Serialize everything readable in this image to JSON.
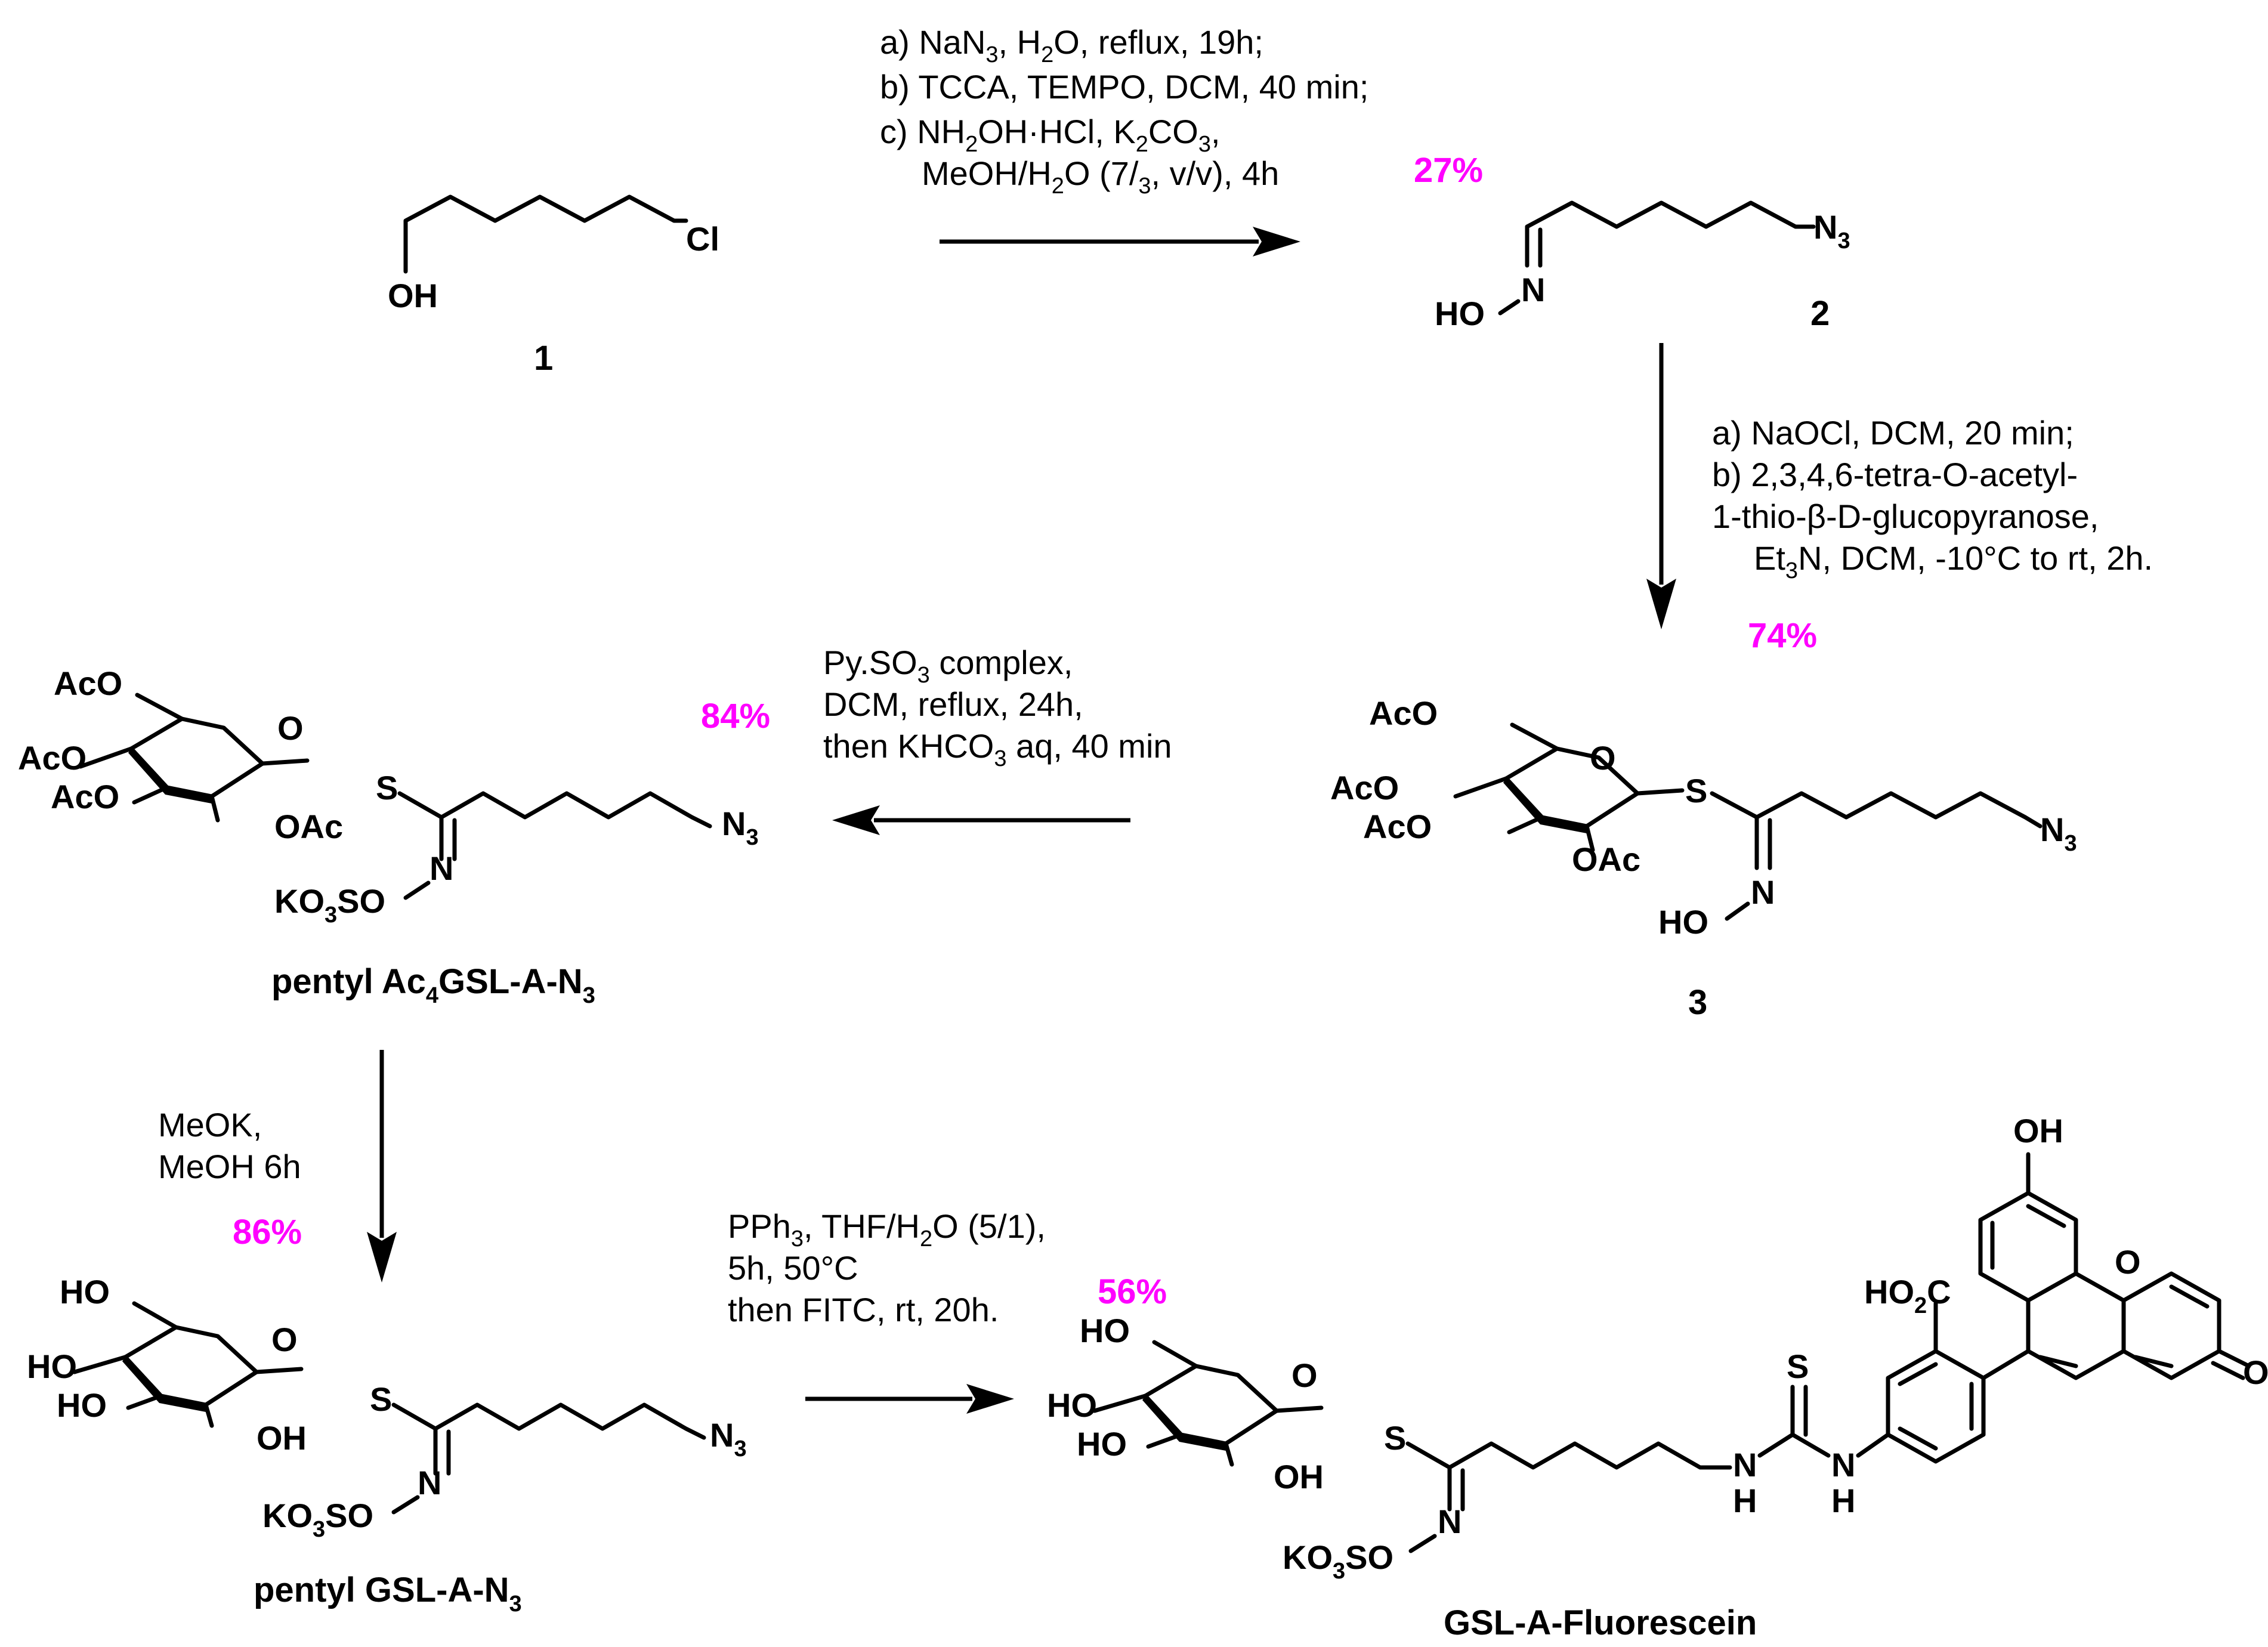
{
  "colors": {
    "yield": "#ff00ff",
    "ink": "#000000"
  },
  "compound_1": {
    "number": "1",
    "atoms": {
      "hydroxyl": "OH",
      "chloro": "Cl"
    }
  },
  "compound_2": {
    "number": "2",
    "atoms": {
      "hydroxy": "HO",
      "nitrogen": "N",
      "azide_main": "N",
      "azide_sub": "3"
    }
  },
  "compound_3": {
    "number": "3",
    "atoms": {
      "aco_top": "AcO",
      "aco_mid": "AcO",
      "aco_low": "AcO",
      "ring_o": "O",
      "oac": "OAc",
      "sulfur": "S",
      "nitrogen": "N",
      "hydroxy": "HO",
      "azide_main": "N",
      "azide_sub": "3"
    }
  },
  "compound_ac4": {
    "name_parts": [
      "pentyl Ac",
      "4",
      "GSL-A-N",
      "3"
    ],
    "atoms": {
      "aco_top": "AcO",
      "aco_mid": "AcO",
      "aco_low": "AcO",
      "ring_o": "O",
      "oac": "OAc",
      "sulfur": "S",
      "nitrogen": "N",
      "sulfate_parts": [
        "KO",
        "3",
        "SO"
      ],
      "azide_main": "N",
      "azide_sub": "3"
    }
  },
  "compound_gsl": {
    "name_parts": [
      "pentyl GSL-A-N",
      "3"
    ],
    "atoms": {
      "ho_top": "HO",
      "ho_mid": "HO",
      "ho_low": "HO",
      "ring_o": "O",
      "oh": "OH",
      "sulfur": "S",
      "nitrogen": "N",
      "sulfate_parts": [
        "KO",
        "3",
        "SO"
      ],
      "azide_main": "N",
      "azide_sub": "3"
    }
  },
  "compound_fluor": {
    "name": "GSL-A-Fluorescein",
    "atoms": {
      "ho_top": "HO",
      "ho_mid": "HO",
      "ho_low": "HO",
      "ring_o": "O",
      "oh": "OH",
      "sulfur": "S",
      "nitrogen": "N",
      "sulfate_parts": [
        "KO",
        "3",
        "SO"
      ],
      "nh_1_n": "N",
      "nh_1_h": "H",
      "thio_s": "S",
      "nh_2_n": "N",
      "nh_2_h": "H",
      "cooh_parts": [
        "HO",
        "2",
        "C"
      ],
      "xanthene_o": "O",
      "keto_o": "O",
      "phenol": "OH"
    }
  },
  "step_1": {
    "conditions": [
      [
        "a) NaN",
        "3",
        ", H",
        "2",
        "O, reflux, 19h;"
      ],
      [
        "b) TCCA, TEMPO, DCM, 40 min;"
      ],
      [
        "c) NH",
        "2",
        "OH·HCl, K",
        "2",
        "CO",
        "3",
        ","
      ],
      [
        "MeOH/H",
        "2",
        "O (7/",
        "3",
        ", v/v), 4h"
      ]
    ],
    "yield": "27%"
  },
  "step_2": {
    "conditions": [
      [
        "a) NaOCl, DCM, 20 min;"
      ],
      [
        "b) 2,3,4,6-tetra-O-acetyl-"
      ],
      [
        "1-thio-β-D-glucopyranose,"
      ],
      [
        "Et",
        "3",
        "N, DCM, -10°C to rt, 2h."
      ]
    ],
    "yield": "74%"
  },
  "step_3": {
    "conditions": [
      [
        "Py.SO",
        "3",
        " complex,"
      ],
      [
        "DCM, reflux, 24h,"
      ],
      [
        "then KHCO",
        "3",
        " aq, 40 min"
      ]
    ],
    "yield": "84%"
  },
  "step_4": {
    "conditions": [
      [
        "MeOK,"
      ],
      [
        "MeOH 6h"
      ]
    ],
    "yield": "86%"
  },
  "step_5": {
    "conditions": [
      [
        "PPh",
        "3",
        ", THF/H",
        "2",
        "O (5/1),"
      ],
      [
        "5h, 50°C"
      ],
      [
        "then FITC, rt, 20h."
      ]
    ],
    "yield": "56%"
  }
}
